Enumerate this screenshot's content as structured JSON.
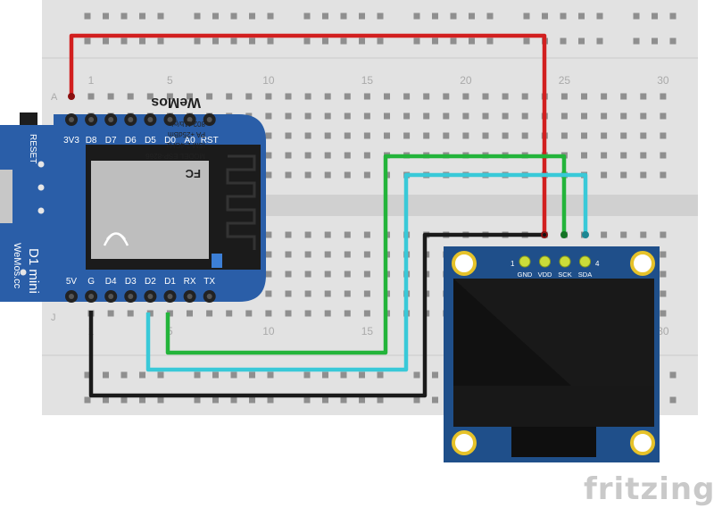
{
  "breadboard": {
    "column_numbers": [
      "1",
      "5",
      "10",
      "15",
      "20",
      "25",
      "30"
    ],
    "row_label_top": "A",
    "row_label_bottom": "J"
  },
  "d1_mini": {
    "top_pins": [
      "3V3",
      "D8",
      "D7",
      "D6",
      "D5",
      "D0",
      "A0",
      "RST"
    ],
    "bottom_pins": [
      "5V",
      "G",
      "D4",
      "D3",
      "D2",
      "D1",
      "RX",
      "TX"
    ],
    "reset_label": "RESET",
    "board_name": "D1 mini",
    "maker": "WeMos.cc",
    "shield_lines": [
      "MODEL  ESP-8266",
      "ISM 2.4GHz",
      "PA +25dBm",
      "802.11b/g/n"
    ],
    "shield_brand": "WeMos",
    "fcc_mark": "FC"
  },
  "oled": {
    "pin_numbers": [
      "1",
      "4"
    ],
    "pins": [
      "GND",
      "VDD",
      "SCK",
      "SDA"
    ]
  },
  "colors": {
    "wire_red": "#d21f1f",
    "wire_green": "#23b43a",
    "wire_cyan": "#39c9d8",
    "wire_black": "#222222",
    "board_blue": "#2a5ea8",
    "oled_blue": "#1f4f8a"
  },
  "logo": "fritzing"
}
